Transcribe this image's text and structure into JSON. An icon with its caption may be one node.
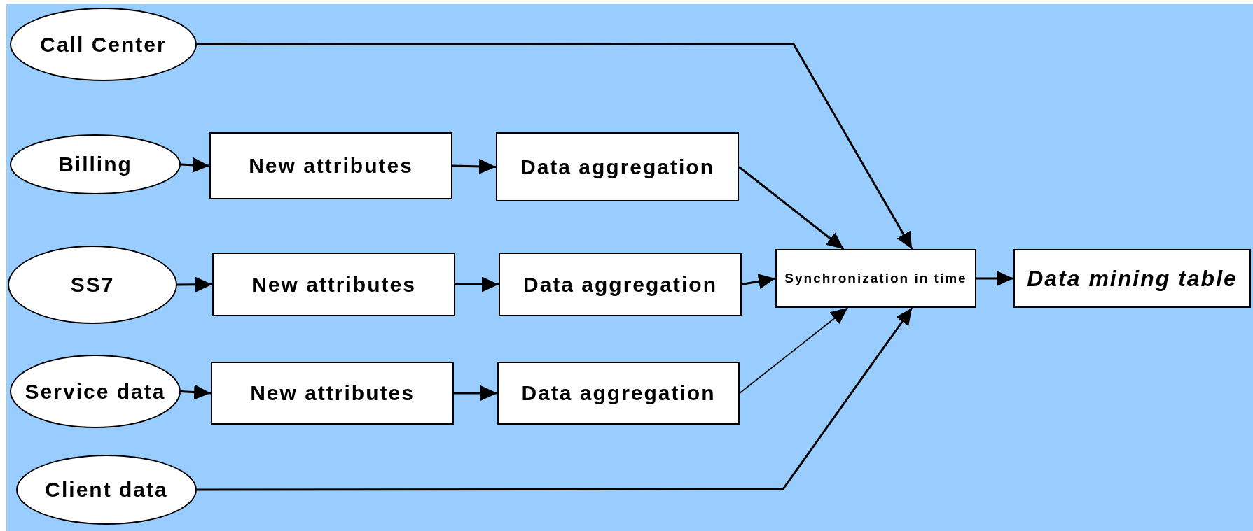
{
  "diagram": {
    "nodes": [
      {
        "text": [
          "Call Center"
        ]
      },
      {
        "text": [
          "Billing"
        ]
      },
      {
        "text": [
          "New attributes"
        ]
      },
      {
        "text": [
          "Data aggregation"
        ]
      },
      {
        "text": [
          "SS7"
        ]
      },
      {
        "text": [
          "New attributes"
        ]
      },
      {
        "text": [
          "Data aggregation"
        ]
      },
      {
        "text": [
          "Service data"
        ]
      },
      {
        "text": [
          "New attributes"
        ]
      },
      {
        "text": [
          "Data aggregation"
        ]
      },
      {
        "text": [
          "Client data"
        ]
      },
      {
        "text": [
          "Synchronization in time"
        ]
      },
      {
        "text": [
          "Data mining table"
        ]
      }
    ],
    "edges": [
      {
        "from": 0,
        "to": 11,
        "arrow": "to"
      },
      {
        "from": 1,
        "to": 2,
        "arrow": "to"
      },
      {
        "from": 2,
        "to": 3,
        "arrow": "to"
      },
      {
        "from": 3,
        "to": 11,
        "arrow": "to"
      },
      {
        "from": 4,
        "to": 5,
        "arrow": "to"
      },
      {
        "from": 5,
        "to": 6,
        "arrow": "to"
      },
      {
        "from": 6,
        "to": 11,
        "arrow": "to"
      },
      {
        "from": 7,
        "to": 8,
        "arrow": "to"
      },
      {
        "from": 8,
        "to": 9,
        "arrow": "to"
      },
      {
        "from": 9,
        "to": 11,
        "arrow": "to"
      },
      {
        "from": 10,
        "to": 11,
        "arrow": "to"
      },
      {
        "from": 11,
        "to": 12,
        "arrow": "to"
      }
    ]
  }
}
